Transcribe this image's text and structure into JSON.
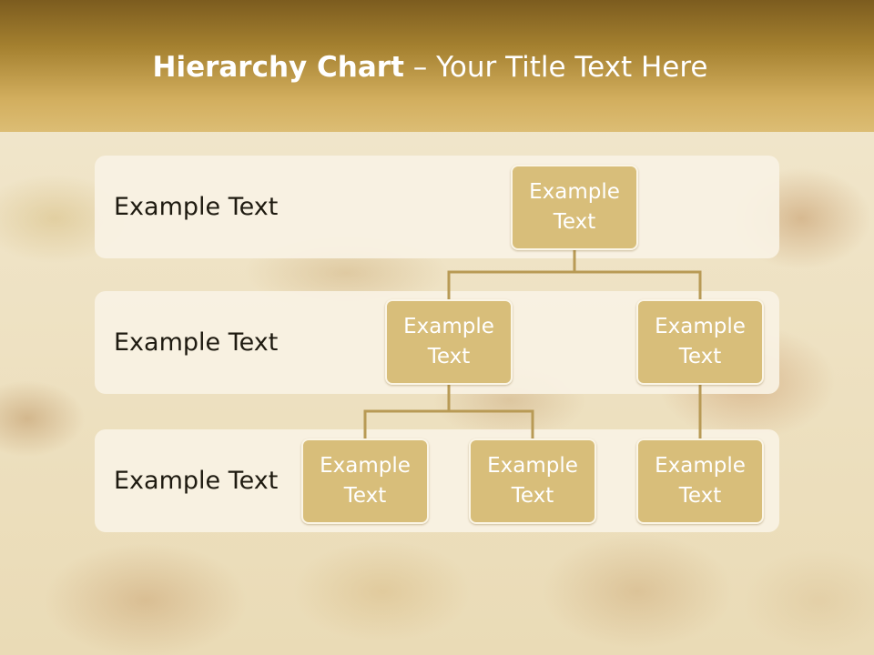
{
  "slide": {
    "title_bold": "Hierarchy Chart",
    "title_rest": " – Your Title Text Here"
  },
  "rows": [
    {
      "label": "Example Text"
    },
    {
      "label": "Example Text"
    },
    {
      "label": "Example Text"
    }
  ],
  "nodes": {
    "root": "Example Text",
    "level2_left": "Example Text",
    "level2_right": "Example Text",
    "level3_a": "Example Text",
    "level3_b": "Example Text",
    "level3_c": "Example Text"
  },
  "colors": {
    "header": "#a4802f",
    "node_fill": "#d8be7a",
    "connector": "#b89a55"
  }
}
